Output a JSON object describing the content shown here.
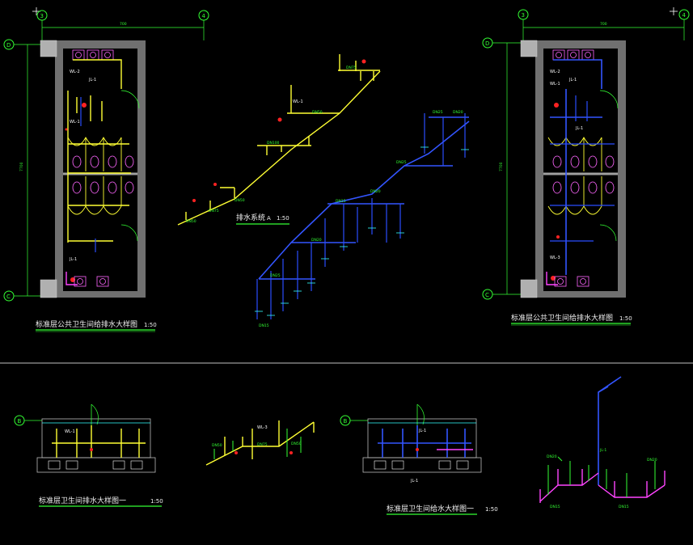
{
  "drawings": {
    "plan_left": {
      "title": "标准层公共卫生间给排水大样图",
      "scale": "1:50",
      "axis_top_left": "3",
      "axis_top_right": "4",
      "axis_side_top": "D",
      "axis_side_bottom": "C",
      "dim_top": "700",
      "dim_side": "7700",
      "pipe_labels": [
        "WL-2",
        "JL-1",
        "WL-1",
        "JL-1"
      ]
    },
    "iso_drainage_small": {
      "title": "排水系统",
      "scale_label": "A",
      "scale": "1:50",
      "pipe_labels": [
        "DN75",
        "DN50",
        "DN100",
        "WL-1",
        "DN50",
        "DN75",
        "DN50"
      ]
    },
    "iso_supply_large": {
      "pipe_labels": [
        "DN25",
        "DN20",
        "DN25",
        "DN20",
        "DN15",
        "DN20",
        "DN25",
        "DN15"
      ]
    },
    "plan_right": {
      "title": "标准层公共卫生间给排水大样图",
      "scale": "1:50",
      "axis_top_left": "3",
      "axis_top_right": "4",
      "axis_side_top": "D",
      "axis_side_bottom": "C",
      "dim_top": "700",
      "dim_side": "7700",
      "pipe_labels": [
        "WL-2",
        "JL-1",
        "WL-1",
        "JL-1",
        "WL-3"
      ]
    },
    "section_left": {
      "title": "标准层卫生间排水大样图一",
      "scale": "1:50",
      "axis": "B",
      "pipe_labels": [
        "WL-1"
      ]
    },
    "iso_small_bottom": {
      "pipe_labels": [
        "WL-3",
        "DN50",
        "DN75",
        "DN50"
      ]
    },
    "section_right": {
      "title": "标准层卫生间给水大样图一",
      "scale": "1:50",
      "axis": "B",
      "pipe_labels": [
        "JL-1",
        "JL-1"
      ]
    },
    "iso_supply_bottom": {
      "pipe_labels": [
        "JL-1",
        "DN20",
        "DN15",
        "DN15",
        "DN20"
      ]
    }
  },
  "colors": {
    "background": "#000000",
    "annotation": "#33ff33",
    "drain_pipe": "#ffff33",
    "supply_pipe": "#3355ff",
    "fixture": "#ff66ff",
    "marker": "#ff2222",
    "wall": "#b0b0b0"
  }
}
